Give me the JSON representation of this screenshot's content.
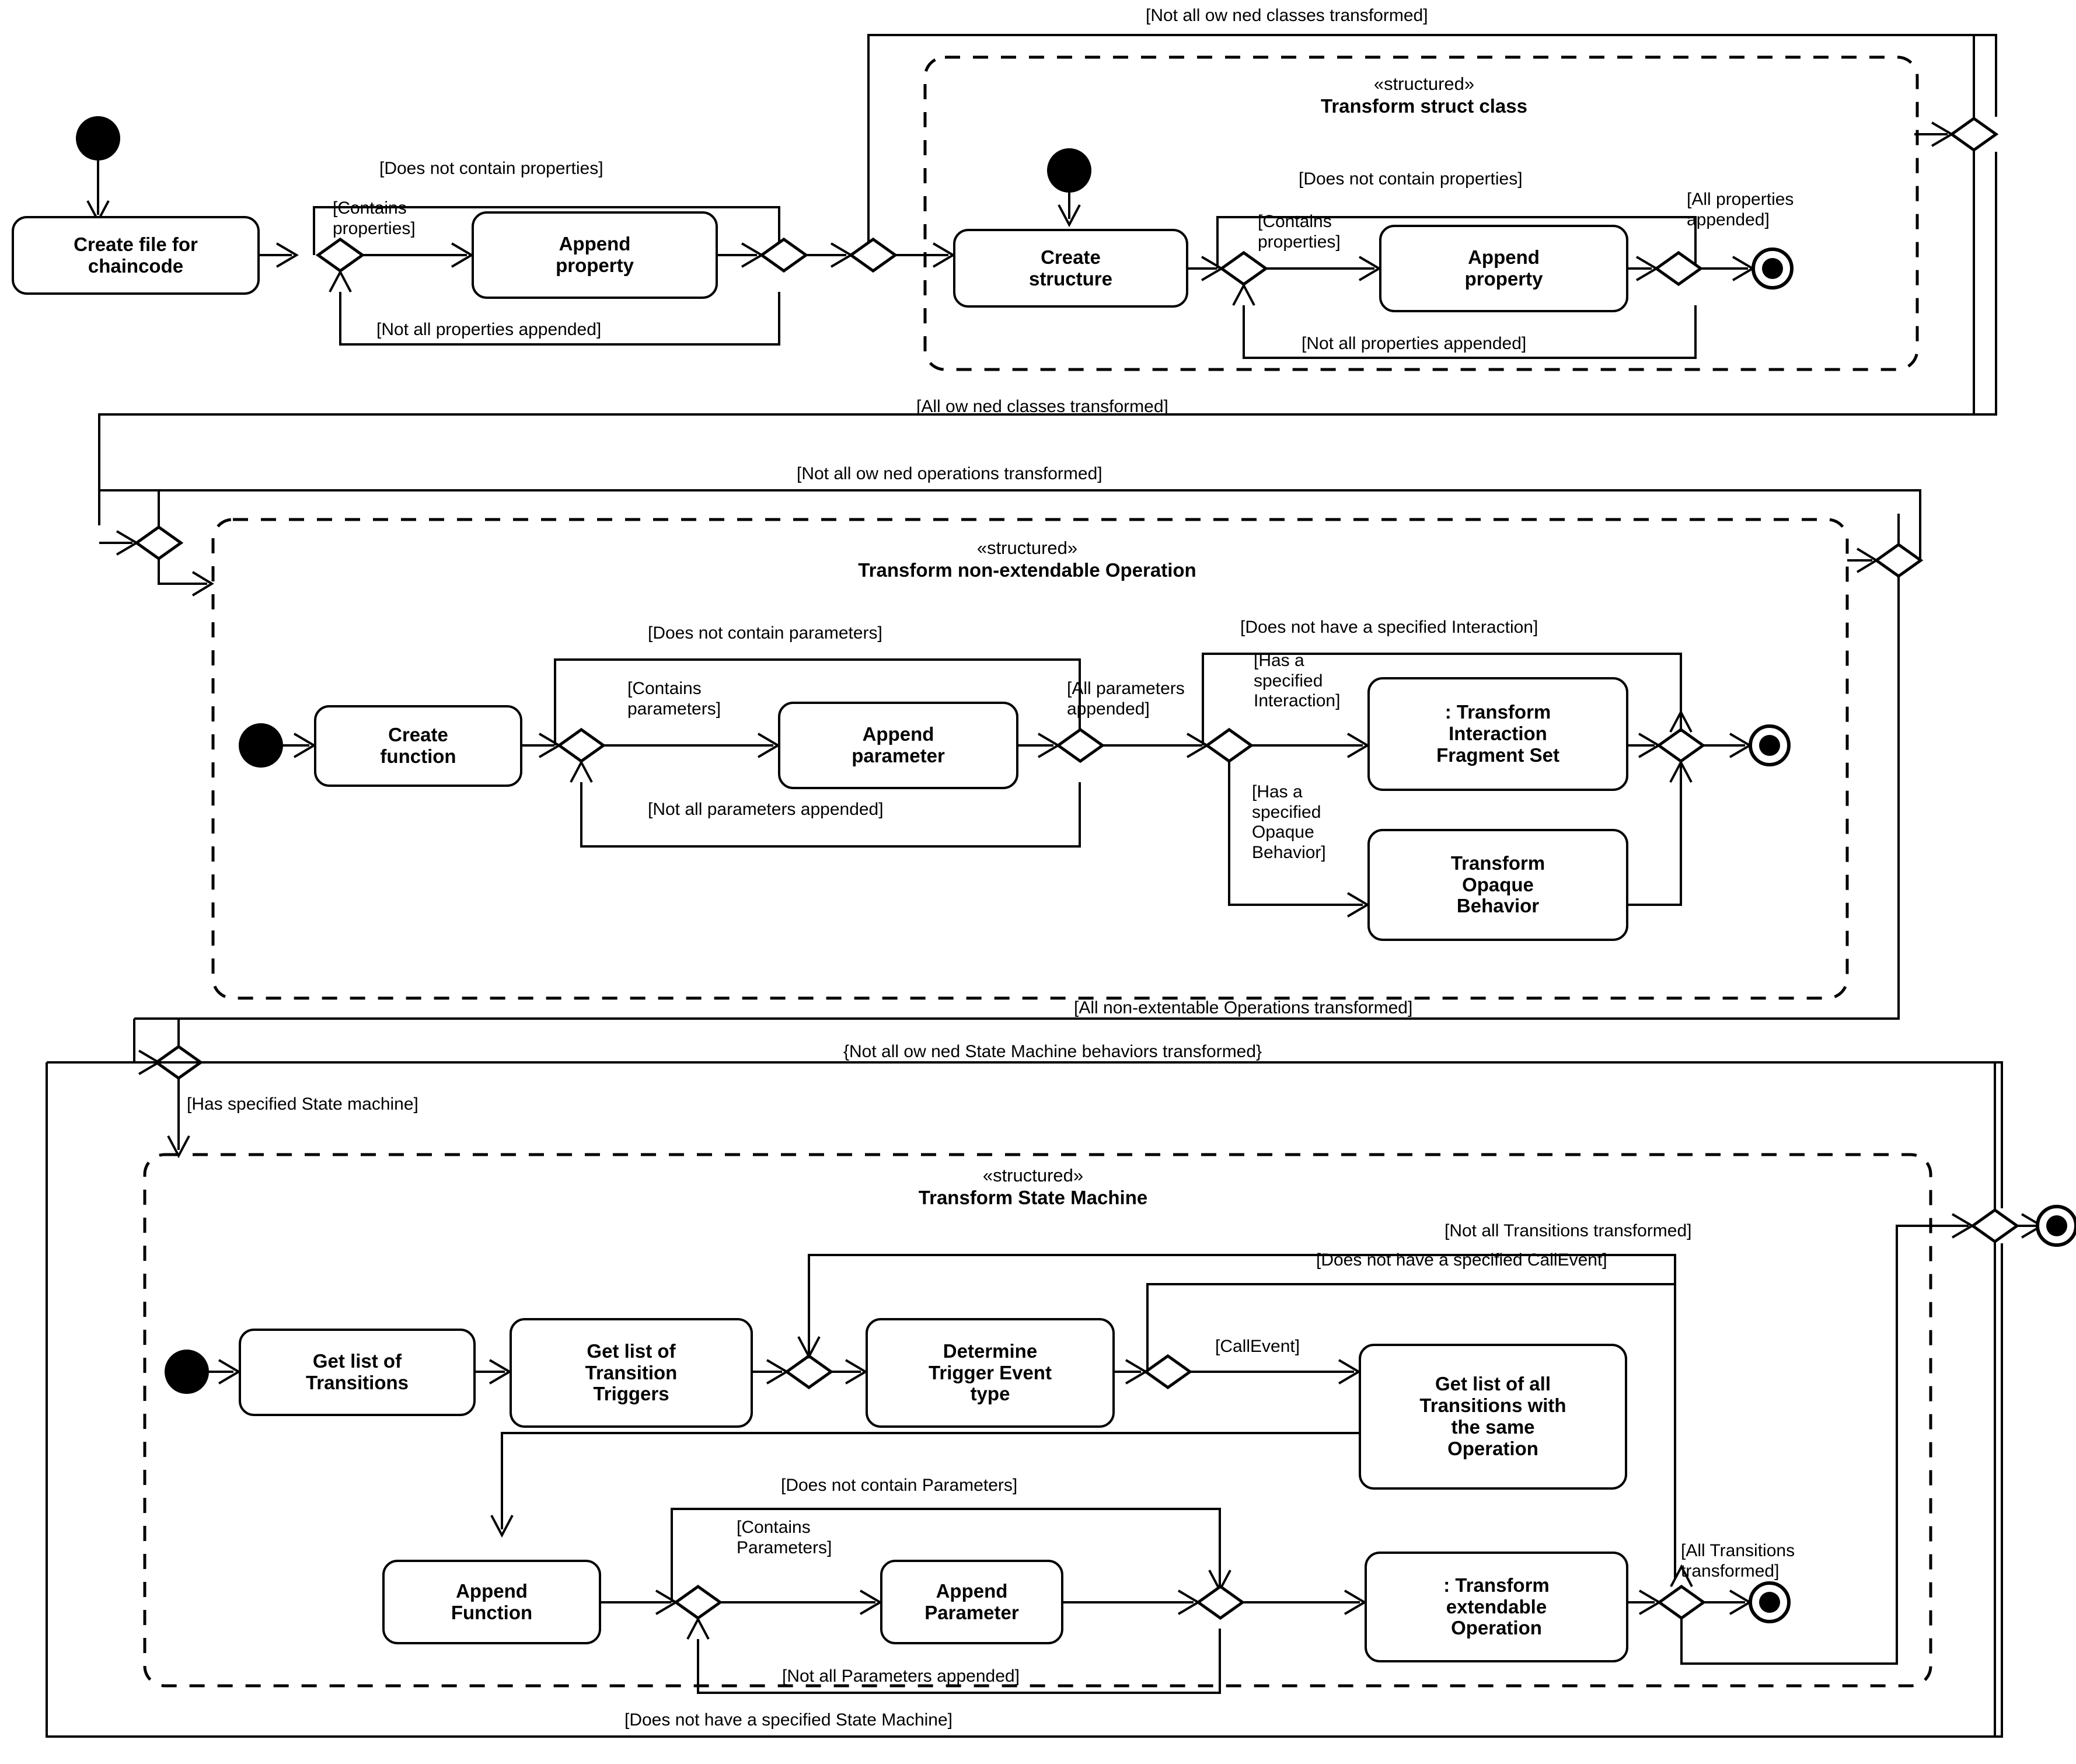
{
  "diagram": {
    "type": "uml-activity-diagram",
    "title": "Chaincode generation activity diagram"
  },
  "sections": [
    {
      "id": "transform-struct-class",
      "stereotype": "«structured»",
      "name": "Transform struct class",
      "top_label": "[Not all ow ned classes transformed]",
      "bottom_label": "[All ow ned classes transformed]"
    },
    {
      "id": "transform-non-extendable-operation",
      "stereotype": "«structured»",
      "name": "Transform non-extendable Operation",
      "top_label": "[Not all ow ned operations transformed]",
      "bottom_label": "[All non-extentable Operations transformed]"
    },
    {
      "id": "transform-state-machine",
      "stereotype": "«structured»",
      "name": "Transform State Machine",
      "top_label": "{Not all ow ned State Machine behaviors transformed}",
      "entry_label": "[Has specified State machine]",
      "bottom_label": "[Does not have a specified State Machine]"
    }
  ],
  "activities": {
    "create_file": "Create file for\nchaincode",
    "append_property_1": "Append\nproperty",
    "create_structure": "Create\nstructure",
    "append_property_2": "Append\nproperty",
    "create_function": "Create\nfunction",
    "append_parameter_lc": "Append\nparameter",
    "transform_interaction_fragment_set": ": Transform\nInteraction\nFragment Set",
    "transform_opaque_behavior": "Transform\nOpaque\nBehavior",
    "get_list_transitions": "Get list of\nTransitions",
    "get_list_transition_triggers": "Get list of\nTransition\nTriggers",
    "determine_trigger_event_type": "Determine\nTrigger Event\ntype",
    "get_list_all_transitions_same_op": "Get list of all\nTransitions with\nthe same\nOperation",
    "append_function": "Append\nFunction",
    "append_parameter_uc": "Append\nParameter",
    "transform_extendable_operation": ": Transform\nextendable\nOperation"
  },
  "guards": {
    "does_not_contain_properties_1": "[Does not contain properties]",
    "contains_properties_1": "[Contains\nproperties]",
    "not_all_properties_appended_1": "[Not all properties appended]",
    "does_not_contain_properties_2": "[Does not contain properties]",
    "contains_properties_2": "[Contains\nproperties]",
    "not_all_properties_appended_2": "[Not all properties appended]",
    "all_properties_appended": "[All properties\nappended]",
    "does_not_contain_parameters": "[Does not contain parameters]",
    "contains_parameters": "[Contains\nparameters]",
    "not_all_parameters_appended": "[Not all parameters appended]",
    "all_parameters_appended": "[All parameters\nappended]",
    "does_not_have_specified_interaction": "[Does not have a specified Interaction]",
    "has_specified_interaction": "[Has a\nspecified\nInteraction]",
    "has_specified_opaque_behavior": "[Has a\nspecified\nOpaque\nBehavior]",
    "not_all_transitions_transformed": "[Not all Transitions transformed]",
    "does_not_have_specified_callevent": "[Does not have a specified CallEvent]",
    "callevent": "[CallEvent]",
    "does_not_contain_parameters_uc": "[Does not contain Parameters]",
    "contains_parameters_uc": "[Contains\nParameters]",
    "not_all_parameters_appended_uc": "[Not all Parameters appended]",
    "all_transitions_transformed": "[All Transitions\ntransformed]"
  },
  "colors": {
    "stroke": "#000000",
    "fill": "#ffffff"
  }
}
